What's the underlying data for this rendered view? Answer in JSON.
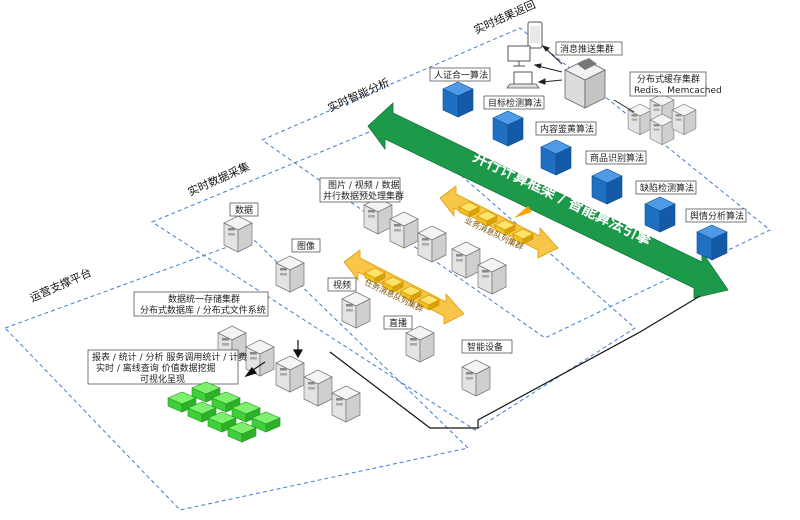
{
  "zones": {
    "realtime_return": "实时结果返回",
    "realtime_analysis": "实时智能分析",
    "realtime_collection": "实时数据采集",
    "ops_platform": "运营支撑平台"
  },
  "algorithms": [
    "人证合一算法",
    "目标检测算法",
    "内容鉴黄算法",
    "商品识别算法",
    "缺陷检测算法",
    "舆情分析算法"
  ],
  "push_cluster": "消息推送集群",
  "cache_cluster": [
    "分布式缓存集群",
    "Redis、Memcached"
  ],
  "framework_banner": "并行计算框架 / 智能算法引擎",
  "business_queue": "业务消息队列集群",
  "task_queue": "任务消息队列集群",
  "preprocess_cluster": [
    "图片 / 视频 / 数据",
    "并行数据预处理集群"
  ],
  "sources": {
    "data": "数据",
    "image": "图像",
    "video": "视频",
    "live": "直播",
    "device": "智能设备"
  },
  "storage_cluster": [
    "数据统一存储集群",
    "分布式数据库 / 分布式文件系统"
  ],
  "ops_services": [
    "报表 / 统计 / 分析  服务调用统计 / 计费",
    "实时 / 离线查询   价值数据挖掘",
    "可视化呈现"
  ],
  "colors": {
    "blue_cube": "#1f6fc2",
    "green_arrow": "#1c9a4a",
    "yellow_queue": "#f2b416",
    "green_node": "#3fcf3a",
    "dashed": "#3f7fd0"
  }
}
